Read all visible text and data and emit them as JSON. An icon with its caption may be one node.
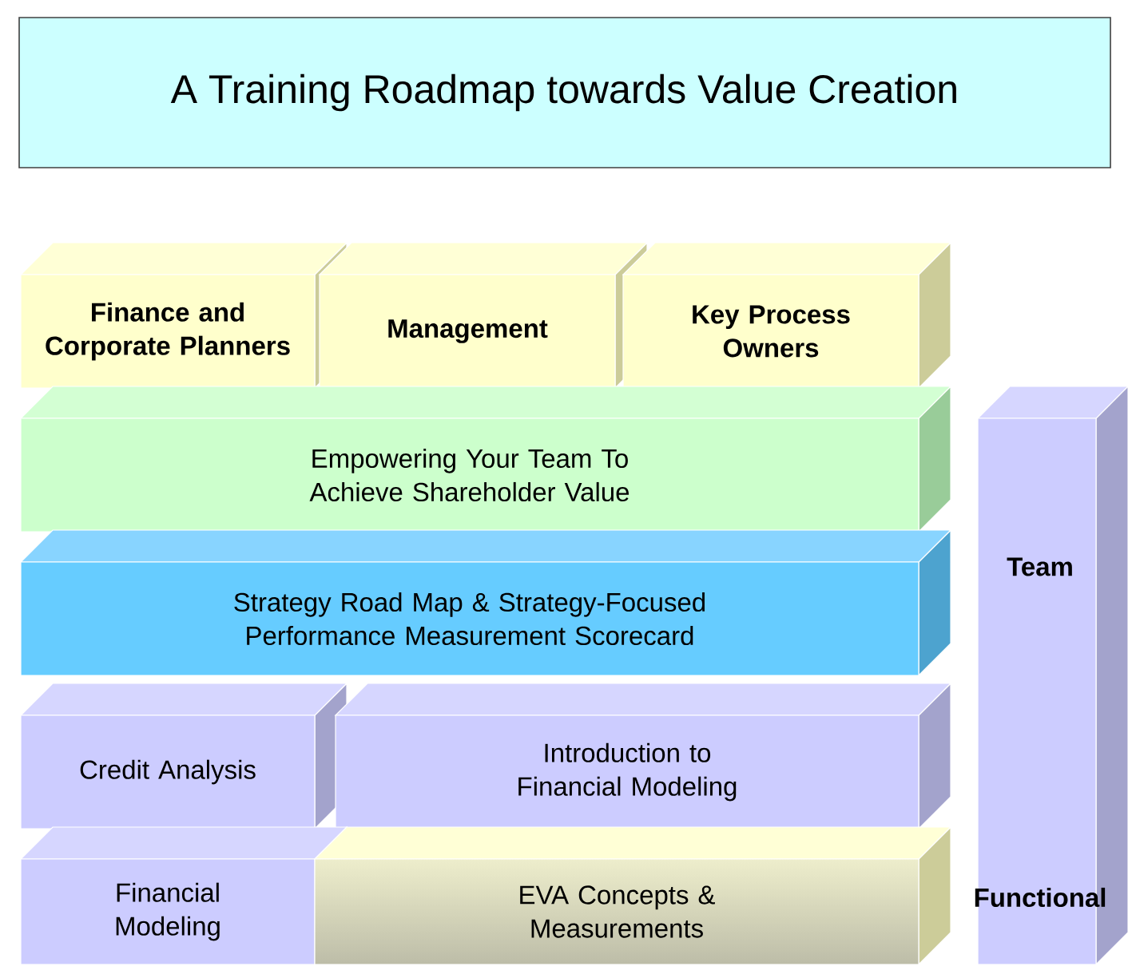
{
  "diagram": {
    "title": "A Training Roadmap towards Value Creation",
    "nodes": [
      {
        "text": [
          "Finance and Corporate Planners"
        ]
      },
      {
        "text": [
          "Management"
        ]
      },
      {
        "text": [
          "Key Process Owners"
        ]
      },
      {
        "text": [
          "Empowering Your Team To Achieve Shareholder Value"
        ]
      },
      {
        "text": [
          "Strategy Road Map & Strategy-Focused Performance Measurement Scorecard"
        ]
      },
      {
        "text": [
          "Credit Analysis"
        ]
      },
      {
        "text": [
          "Introduction to Financial Modeling"
        ]
      },
      {
        "text": [
          "Financial Modeling"
        ]
      },
      {
        "text": [
          "EVA Concepts & Measurements"
        ]
      },
      {
        "text": [
          "Team",
          "Functional"
        ]
      }
    ]
  }
}
